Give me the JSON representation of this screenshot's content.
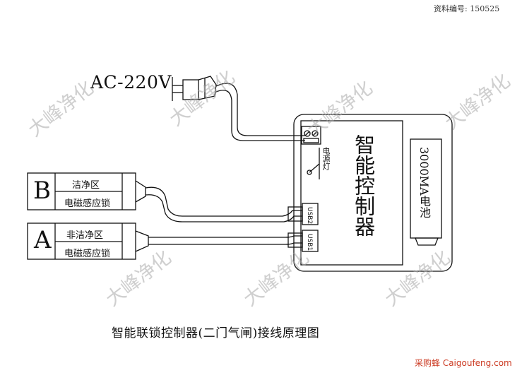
{
  "document_id": "资料编号: 150525",
  "power_input_label": "AC-220V",
  "controller": {
    "title": "智能控制器",
    "battery_label": "3000MA电池",
    "power_lamp_label": "电源灯",
    "port_usb2": "USB2",
    "port_usb1": "USB1"
  },
  "lock_b": {
    "letter": "B",
    "zone": "洁净区",
    "device": "电磁感应锁"
  },
  "lock_a": {
    "letter": "A",
    "zone": "非洁净区",
    "device": "电磁感应锁"
  },
  "caption": "智能联锁控制器(二门气闸)接线原理图",
  "watermark": "大峰净化",
  "brand": "采购蜂 Caigoufeng.com",
  "colors": {
    "line": "#111111",
    "watermark": "#a9a9a9",
    "brand": "#cc3a22"
  }
}
